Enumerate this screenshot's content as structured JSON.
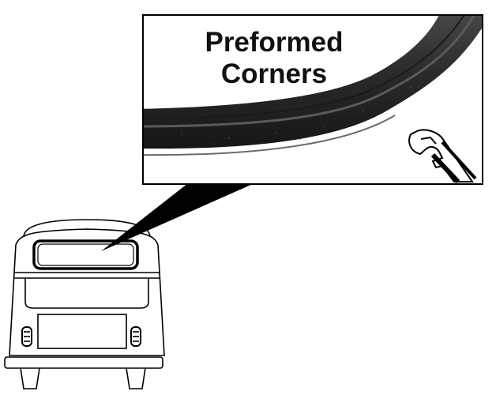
{
  "callout": {
    "title_line1": "Preformed",
    "title_line2": "Corners"
  },
  "colors": {
    "seal_rubber": "#222222",
    "outline": "#000000",
    "background": "#ffffff"
  },
  "icons": [
    "vw-bus-rear-illustration",
    "rubber-seal-photo",
    "seal-profile-icon"
  ]
}
